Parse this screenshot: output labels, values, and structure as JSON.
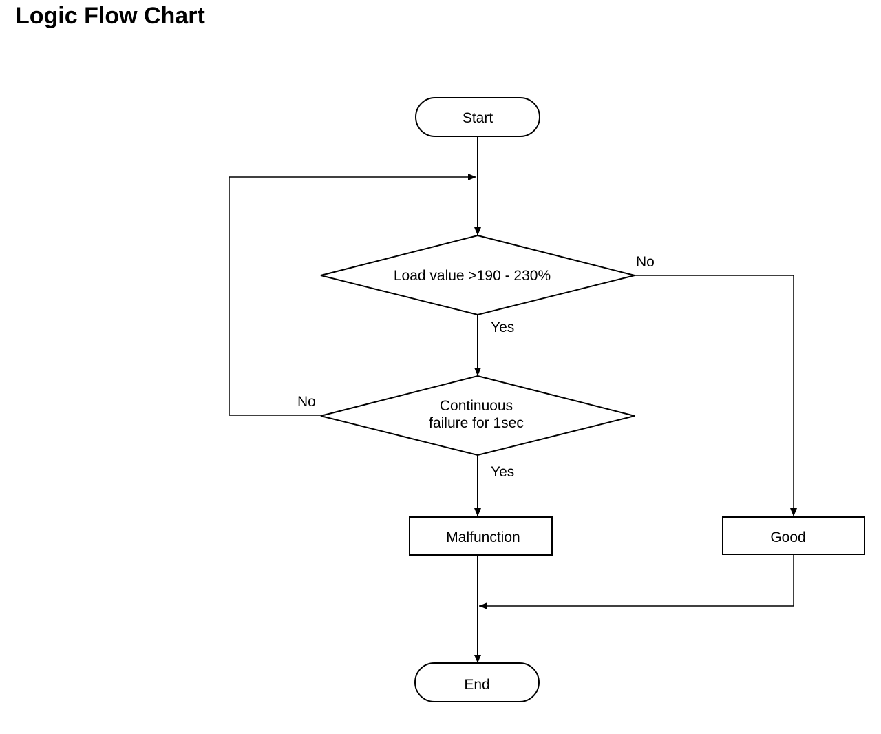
{
  "title": "Logic Flow Chart",
  "nodes": {
    "start": "Start",
    "decision1": "Load value >190 - 230%",
    "decision2_line1": "Continuous",
    "decision2_line2": "failure for 1sec",
    "malfunction": "Malfunction",
    "good": "Good",
    "end": "End"
  },
  "edges": {
    "d1_no": "No",
    "d1_yes": "Yes",
    "d2_no": "No",
    "d2_yes": "Yes"
  }
}
